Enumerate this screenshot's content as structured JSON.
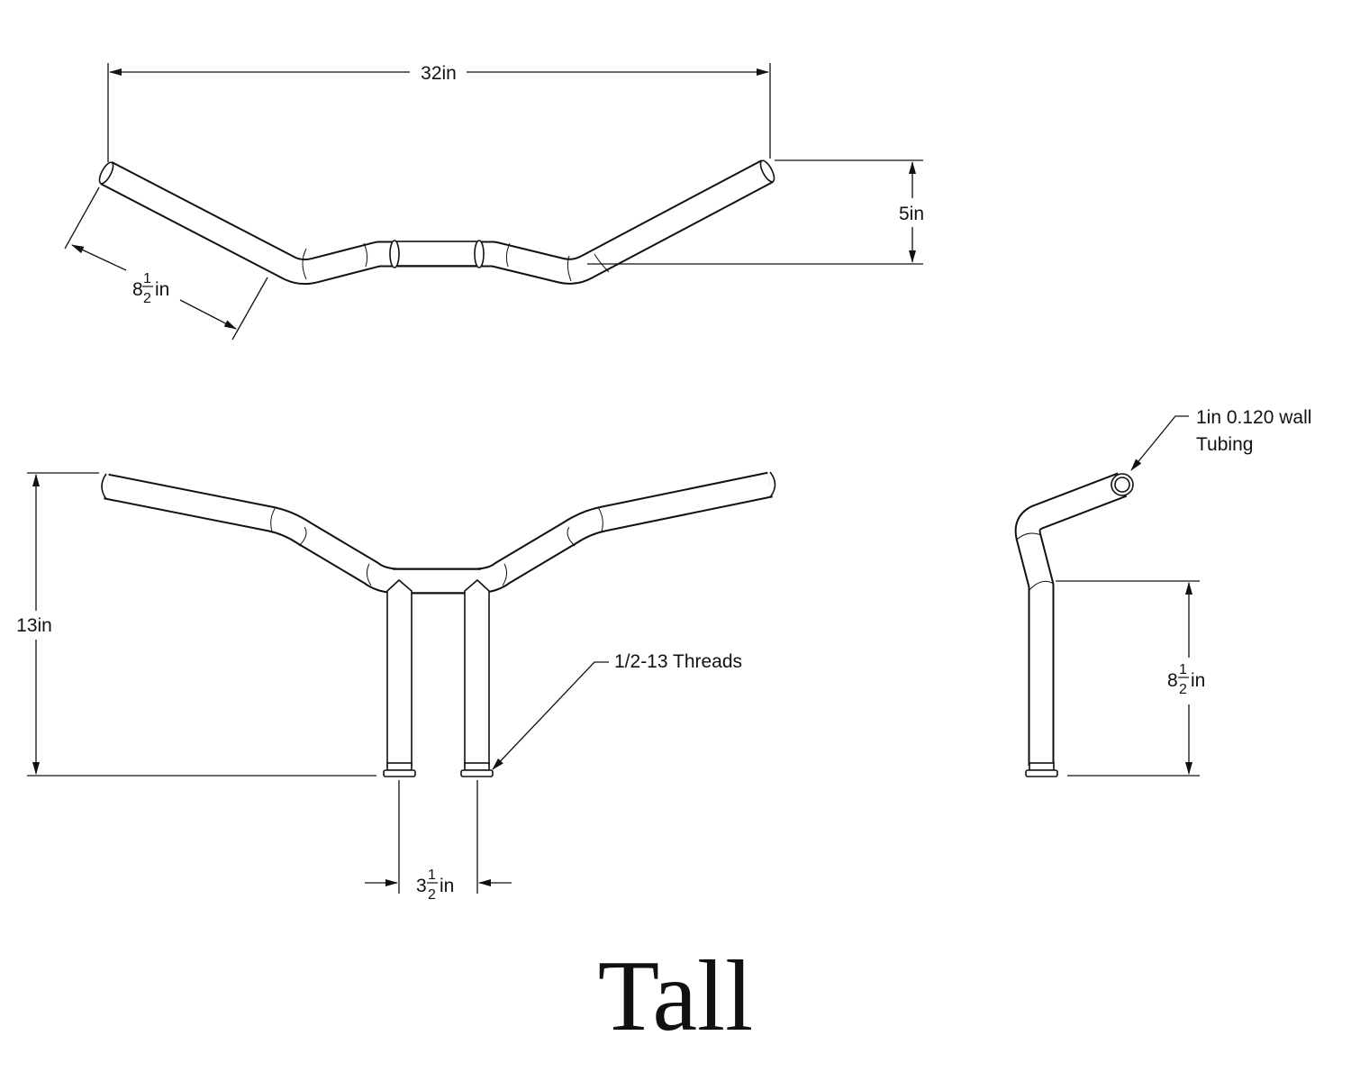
{
  "top_view": {
    "width_label": "32in",
    "rise_label": "5in",
    "end_length": {
      "whole": "8",
      "num": "1",
      "den": "2",
      "unit": "in"
    }
  },
  "front_view": {
    "height_label": "13in",
    "threads_label": "1/2-13 Threads",
    "riser_spacing": {
      "whole": "3",
      "num": "1",
      "den": "2",
      "unit": "in"
    }
  },
  "side_view": {
    "tubing_line1": "1in 0.120 wall",
    "tubing_line2": "Tubing",
    "riser_height": {
      "whole": "8",
      "num": "1",
      "den": "2",
      "unit": "in"
    }
  },
  "title": "Tall"
}
